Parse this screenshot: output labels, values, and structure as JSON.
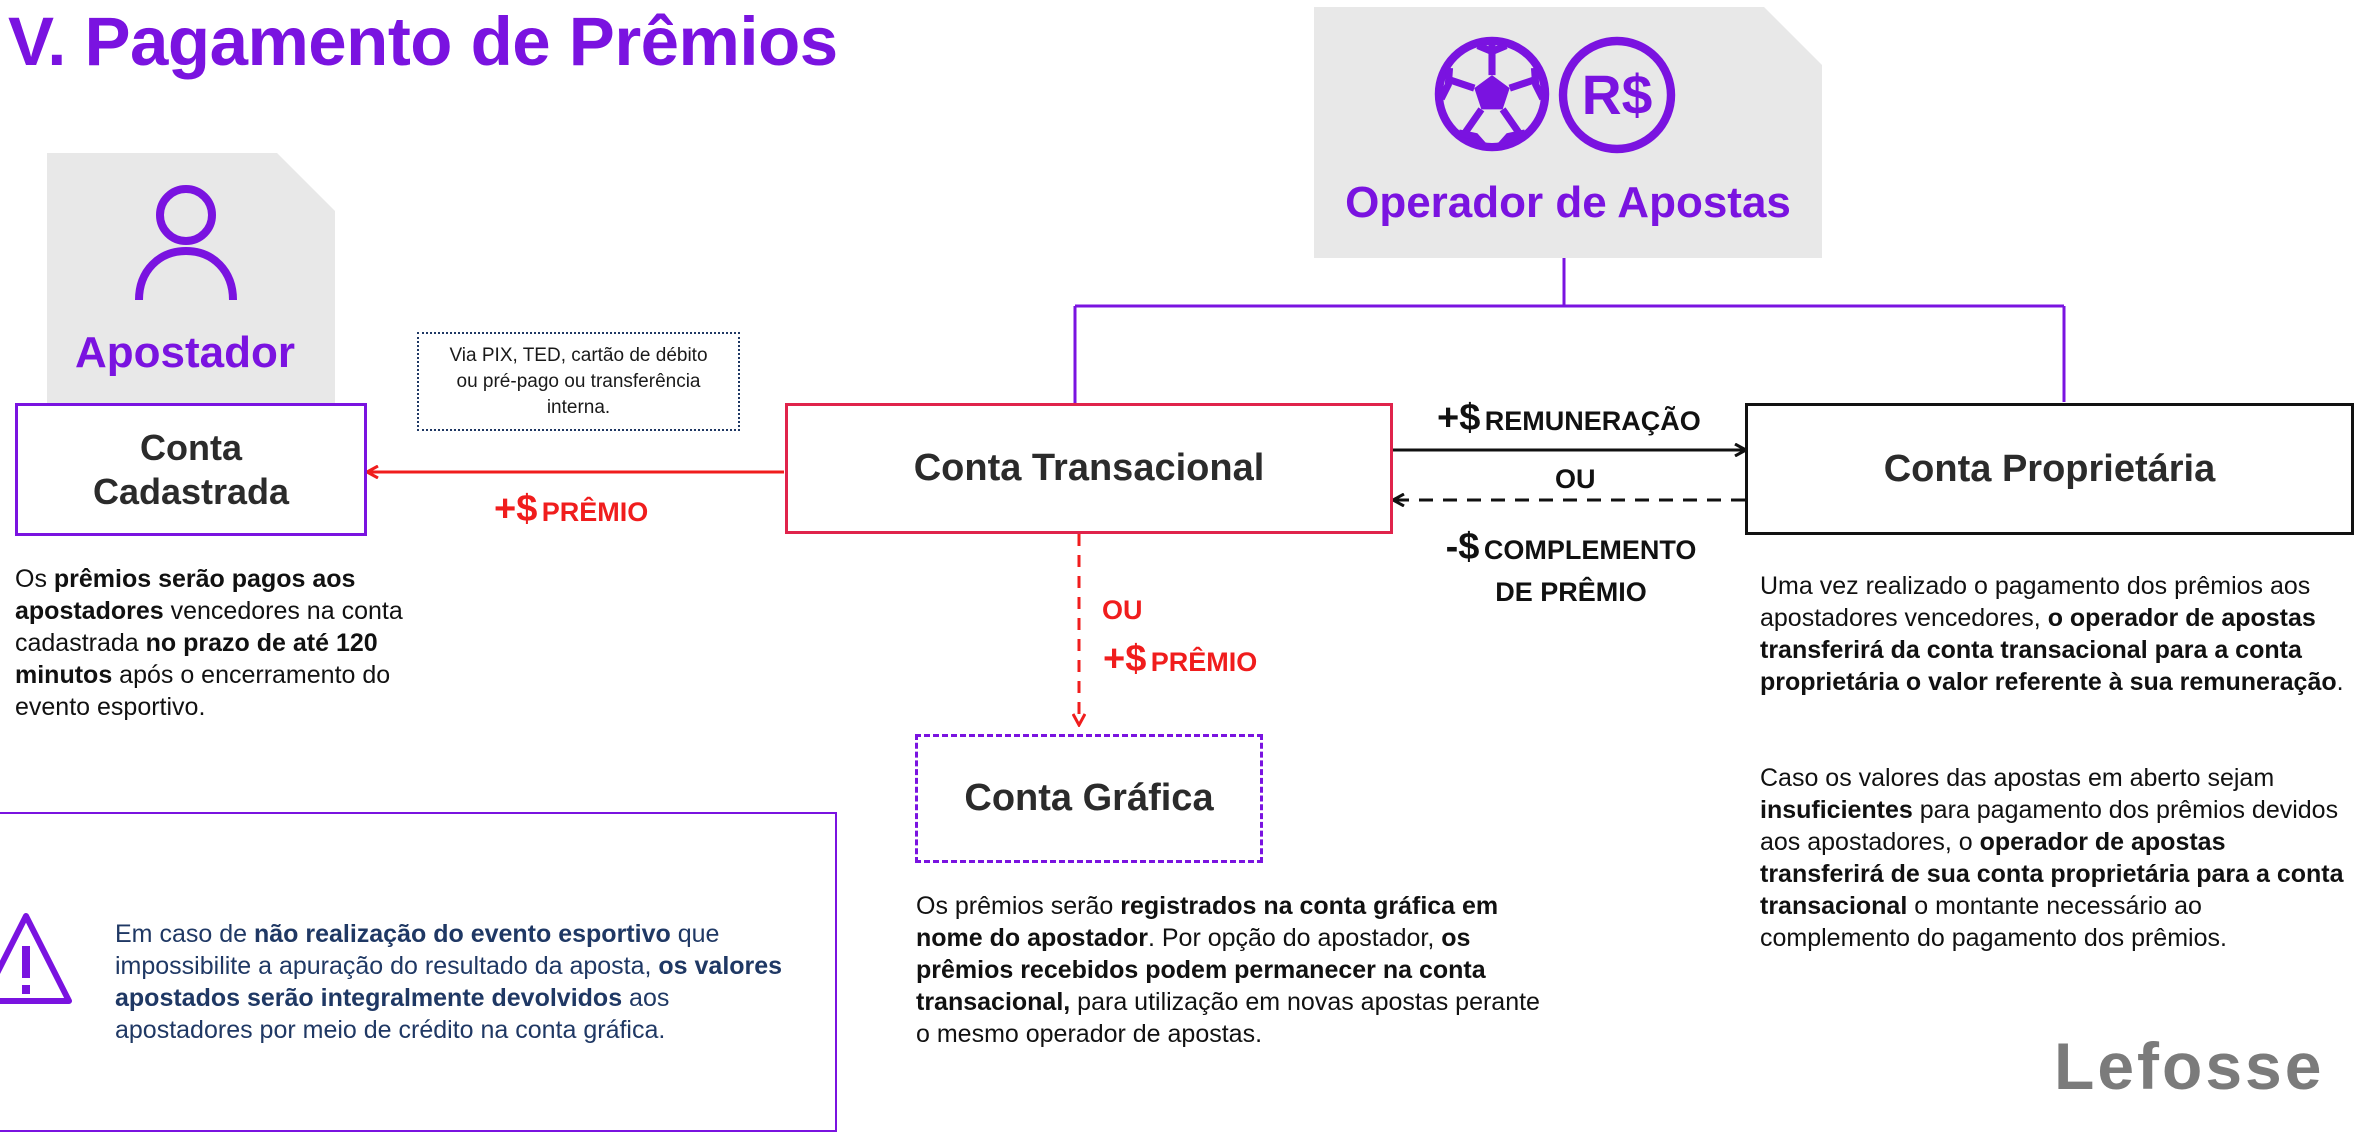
{
  "page_title": "V. Pagamento de Prêmios",
  "entities": {
    "operator": {
      "label": "Operador de Apostas",
      "icons": [
        "soccer-ball-icon",
        "real-currency-icon"
      ]
    },
    "bettor": {
      "label": "Apostador",
      "icon": "person-icon"
    }
  },
  "accounts": {
    "registered": {
      "label": "Conta\nCadastrada"
    },
    "transactional": {
      "label": "Conta Transacional"
    },
    "proprietary": {
      "label": "Conta Proprietária"
    },
    "graphic": {
      "label": "Conta Gráfica"
    }
  },
  "payment_note": "Via PIX, TED, cartão de débito ou pré-pago ou transferência interna.",
  "flows": {
    "premio_to_registered": {
      "symbol": "+$",
      "text": "PRÊMIO"
    },
    "ou_graphic": "OU",
    "premio_to_graphic": {
      "symbol": "+$",
      "text": "PRÊMIO"
    },
    "remuneracao": {
      "symbol": "+$",
      "text": "REMUNERAÇÃO"
    },
    "ou_proprietary": "OU",
    "complemento": {
      "symbol": "-$",
      "text_line1": "COMPLEMENTO",
      "text_line2": "DE PRÊMIO"
    }
  },
  "texts": {
    "bettor_para": {
      "t1": "Os ",
      "b1": "prêmios serão pagos aos apostadores",
      "t2": " vencedores na conta cadastrada ",
      "b2": "no prazo de até 120 minutos",
      "t3": " após o encerramento do evento esportivo."
    },
    "graphic_para": {
      "t1": "Os prêmios serão ",
      "b1": "registrados na conta gráfica em nome do apostador",
      "t2": ". Por opção do apostador, ",
      "b2": "os prêmios recebidos podem permanecer na conta transacional,",
      "t3": " para utilização em novas apostas perante o mesmo operador de apostas."
    },
    "proprietary_para1": {
      "t1": "Uma vez realizado o pagamento dos prêmios aos apostadores vencedores, ",
      "b1": "o operador de apostas transferirá da conta transacional para a conta proprietária o valor referente à sua remuneração",
      "t2": "."
    },
    "proprietary_para2": {
      "t1": "Caso os valores das apostas em aberto sejam ",
      "b1": "insuficientes",
      "t2": " para pagamento dos prêmios devidos aos apostadores, o ",
      "b2": "operador de apostas transferirá de sua conta proprietária para a conta transacional",
      "t3": " o montante necessário ao complemento do pagamento dos prêmios."
    },
    "warning_para": {
      "t1": "Em caso de ",
      "b1": "não realização do evento esportivo",
      "t2": " que impossibilite a apuração do resultado da aposta, ",
      "b2": "os valores apostados serão integralmente devolvidos",
      "t3": " aos apostadores por meio de crédito na conta gráfica."
    }
  },
  "logo": "Lefosse",
  "colors": {
    "purple": "#7a13e0",
    "red": "#f01d1d",
    "transactional_border": "#e0234b",
    "folder_gray": "#e8e8e8",
    "logo_gray": "#7b7b7b"
  }
}
